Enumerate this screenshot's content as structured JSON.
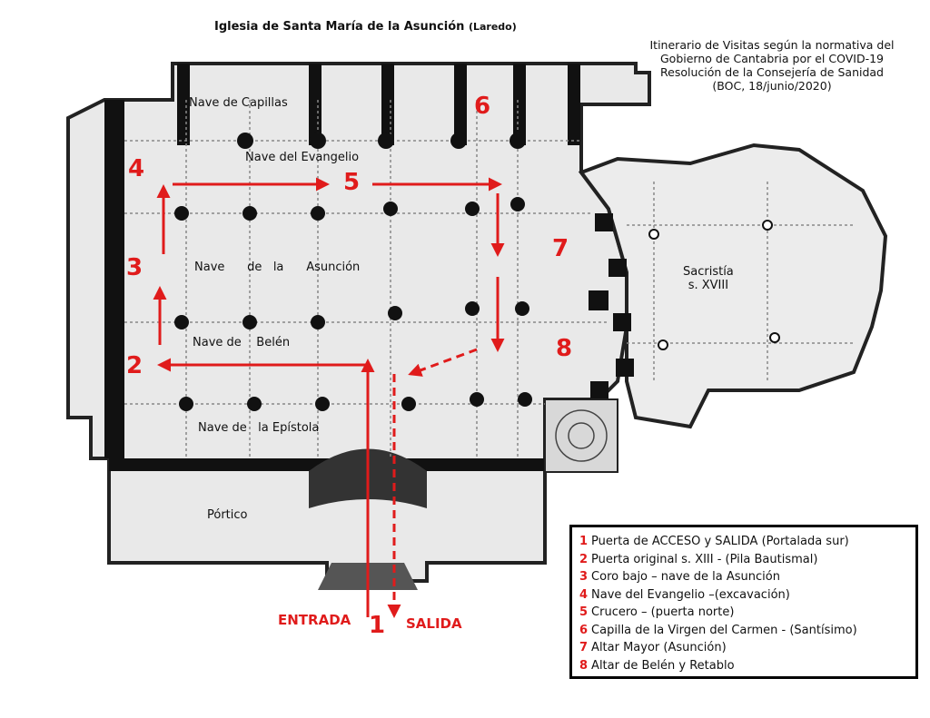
{
  "title": {
    "main": "Iglesia de Santa María de la Asunción",
    "sub": "(Laredo)"
  },
  "info_lines": [
    "Itinerario de Visitas según la normativa del",
    "Gobierno de Cantabria por el COVID-19",
    "Resolución de la Consejería de Sanidad",
    "(BOC, 18/junio/2020)"
  ],
  "area_labels": {
    "capillas": "Nave de  Capillas",
    "evangelio": "Nave del   Evangelio",
    "asuncion": "Nave      de   la      Asunción",
    "belen": "Nave de    Belén",
    "epistola": "Nave de   la Epístola",
    "portico": "Pórtico",
    "sacristia_1": "Sacristía",
    "sacristia_2": "s. XVIII"
  },
  "route_numbers": [
    "1",
    "2",
    "3",
    "4",
    "5",
    "6",
    "7",
    "8"
  ],
  "entrance_label": "ENTRADA",
  "exit_label": "SALIDA",
  "legend": [
    {
      "num": "1",
      "text": "Puerta de ACCESO y SALIDA (Portalada sur)"
    },
    {
      "num": "2",
      "text": "Puerta original s. XIII - (Pila Bautismal)"
    },
    {
      "num": "3",
      "text": "Coro bajo – nave de la Asunción"
    },
    {
      "num": "4",
      "text": "Nave del Evangelio –(excavación)"
    },
    {
      "num": "5",
      "text": "Crucero – (puerta norte)"
    },
    {
      "num": "6",
      "text": "Capilla de la Virgen del Carmen - (Santísimo)"
    },
    {
      "num": "7",
      "text": "Altar Mayor (Asunción)"
    },
    {
      "num": "8",
      "text": "Altar de Belén y Retablo"
    }
  ],
  "colors": {
    "route": "#e01b1b",
    "wall": "#111111",
    "floor": "#e9e9e9"
  }
}
